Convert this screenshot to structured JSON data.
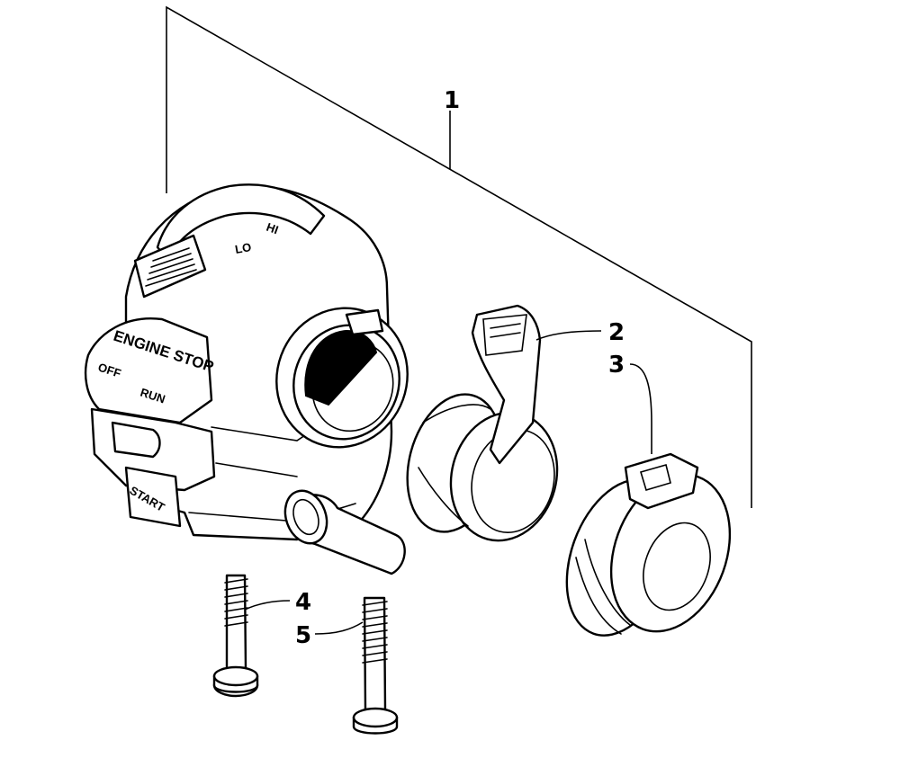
{
  "callouts": [
    {
      "label": "1",
      "part": "switch-assembly"
    },
    {
      "label": "2",
      "part": "throttle-lever"
    },
    {
      "label": "3",
      "part": "lever-housing"
    },
    {
      "label": "4",
      "part": "screw-short"
    },
    {
      "label": "5",
      "part": "screw-long"
    }
  ],
  "switch_markings": {
    "engine_stop": "ENGINE STOP",
    "off": "OFF",
    "run": "RUN",
    "start": "START",
    "lo": "LO",
    "hi": "HI"
  }
}
